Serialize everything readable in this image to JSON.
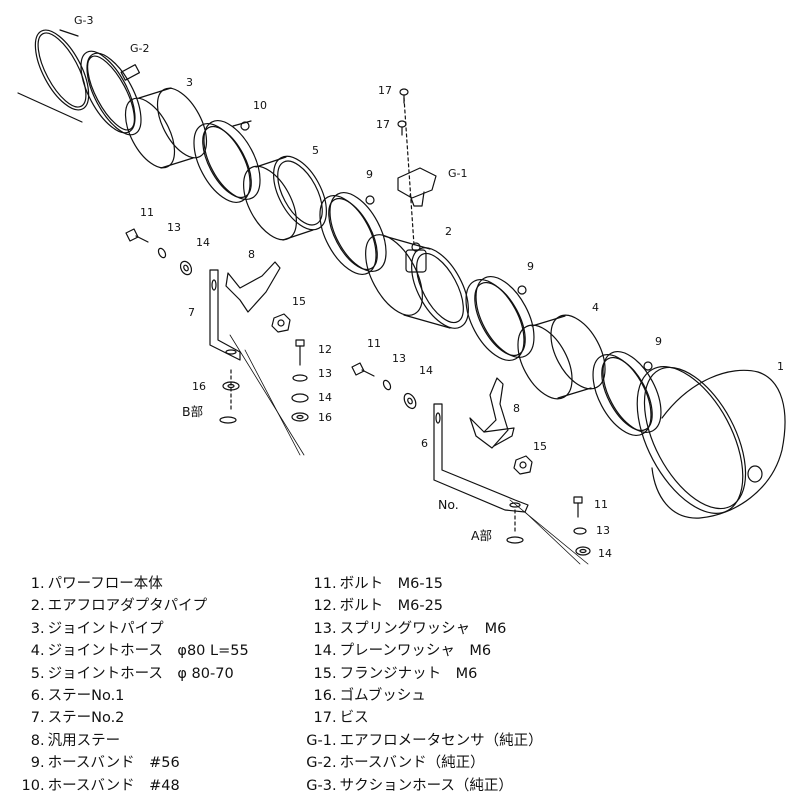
{
  "callouts": {
    "g3": "G-3",
    "g2": "G-2",
    "g1": "G-1",
    "p3": "3",
    "p10": "10",
    "p5": "5",
    "p9a": "9",
    "p2": "2",
    "p9b": "9",
    "p4": "4",
    "p9c": "9",
    "p1": "1",
    "p17a": "17",
    "p17b": "17",
    "p11a": "11",
    "p13a": "13",
    "p14a": "14",
    "p8a": "8",
    "p15a": "15",
    "p7": "7",
    "p12": "12",
    "p13b": "13",
    "p14b": "14",
    "p16b": "16",
    "p16a": "16",
    "p11b": "11",
    "p13c": "13",
    "p14c": "14",
    "p8b": "8",
    "p15b": "15",
    "p6": "6",
    "p11c": "11",
    "p13d": "13",
    "p14d": "14",
    "no": "No.",
    "section_b": "B部",
    "section_a": "A部"
  },
  "parts_left": [
    {
      "num": "1",
      "name": "パワーフロー本体"
    },
    {
      "num": "2",
      "name": "エアフロアダプタパイプ"
    },
    {
      "num": "3",
      "name": "ジョイントパイプ"
    },
    {
      "num": "4",
      "name": "ジョイントホース　φ80 L=55"
    },
    {
      "num": "5",
      "name": "ジョイントホース　φ 80-70"
    },
    {
      "num": "6",
      "name": "ステーNo.1"
    },
    {
      "num": "7",
      "name": "ステーNo.2"
    },
    {
      "num": "8",
      "name": "汎用ステー"
    },
    {
      "num": "9",
      "name": "ホースバンド　#56"
    },
    {
      "num": "10",
      "name": "ホースバンド　#48"
    }
  ],
  "parts_right": [
    {
      "num": "11",
      "name": "ボルト　M6-15"
    },
    {
      "num": "12",
      "name": "ボルト　M6-25"
    },
    {
      "num": "13",
      "name": "スプリングワッシャ　M6"
    },
    {
      "num": "14",
      "name": "プレーンワッシャ　M6"
    },
    {
      "num": "15",
      "name": "フランジナット　M6"
    },
    {
      "num": "16",
      "name": "ゴムブッシュ"
    },
    {
      "num": "17",
      "name": "ビス"
    },
    {
      "num": "G-1",
      "name": "エアフロメータセンサ（純正）"
    },
    {
      "num": "G-2",
      "name": "ホースバンド（純正）"
    },
    {
      "num": "G-3",
      "name": "サクションホース（純正）"
    }
  ]
}
